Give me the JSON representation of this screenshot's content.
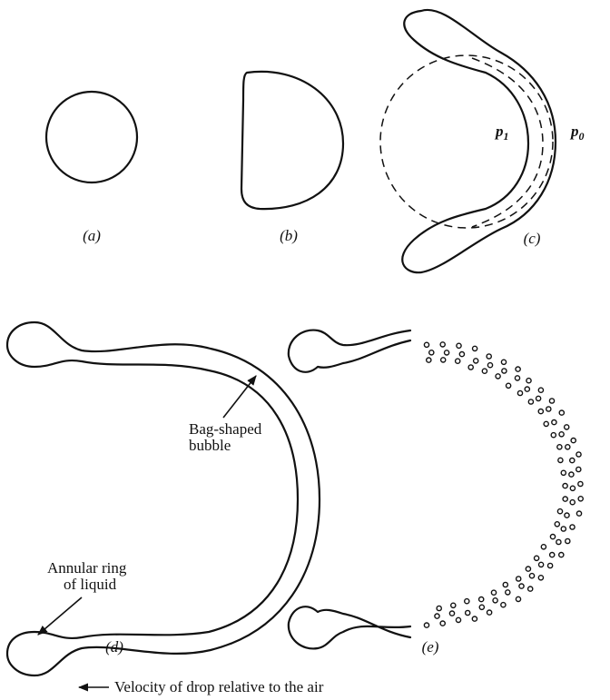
{
  "panels": {
    "a": "(a)",
    "b": "(b)",
    "c": "(c)",
    "d": "(d)",
    "e": "(e)"
  },
  "pressure_labels": {
    "inner": "p",
    "inner_sub": "1",
    "outer": "p",
    "outer_sub": "0"
  },
  "annotations": {
    "bag_line1": "Bag-shaped",
    "bag_line2": "bubble",
    "ring_line1": "Annular ring",
    "ring_line2": "of liquid"
  },
  "caption": "Velocity of drop relative to the air"
}
